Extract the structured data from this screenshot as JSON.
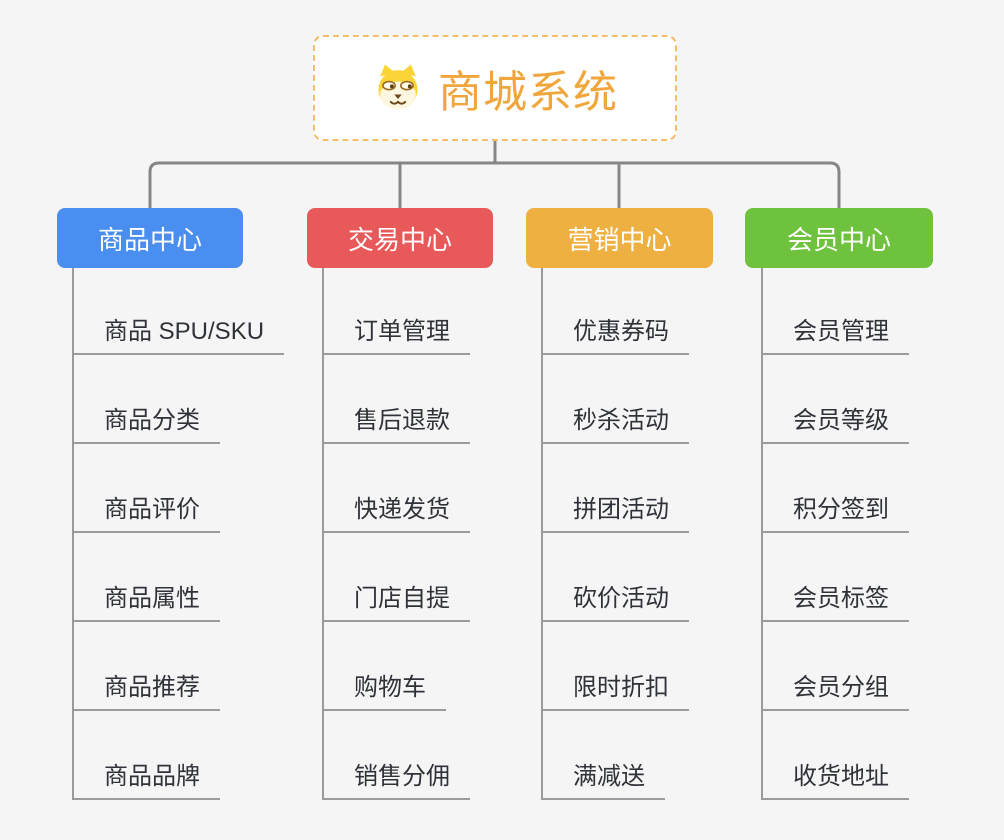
{
  "root": {
    "title": "商城系统",
    "icon": "dog-face-icon",
    "accent_color": "#f0a63c",
    "border_color": "#f4bd68"
  },
  "connector_color": "#868686",
  "line_color": "#9b9b9b",
  "leaf_text_color": "#2f3238",
  "background_color": "#f5f5f6",
  "branches": [
    {
      "label": "商品中心",
      "color": "#4a8ff0",
      "items": [
        "商品 SPU/SKU",
        "商品分类",
        "商品评价",
        "商品属性",
        "商品推荐",
        "商品品牌"
      ]
    },
    {
      "label": "交易中心",
      "color": "#e85a5a",
      "items": [
        "订单管理",
        "售后退款",
        "快递发货",
        "门店自提",
        "购物车",
        "销售分佣"
      ]
    },
    {
      "label": "营销中心",
      "color": "#eeb041",
      "items": [
        "优惠券码",
        "秒杀活动",
        "拼团活动",
        "砍价活动",
        "限时折扣",
        "满减送"
      ]
    },
    {
      "label": "会员中心",
      "color": "#6fc23d",
      "items": [
        "会员管理",
        "会员等级",
        "积分签到",
        "会员标签",
        "会员分组",
        "收货地址"
      ]
    }
  ]
}
